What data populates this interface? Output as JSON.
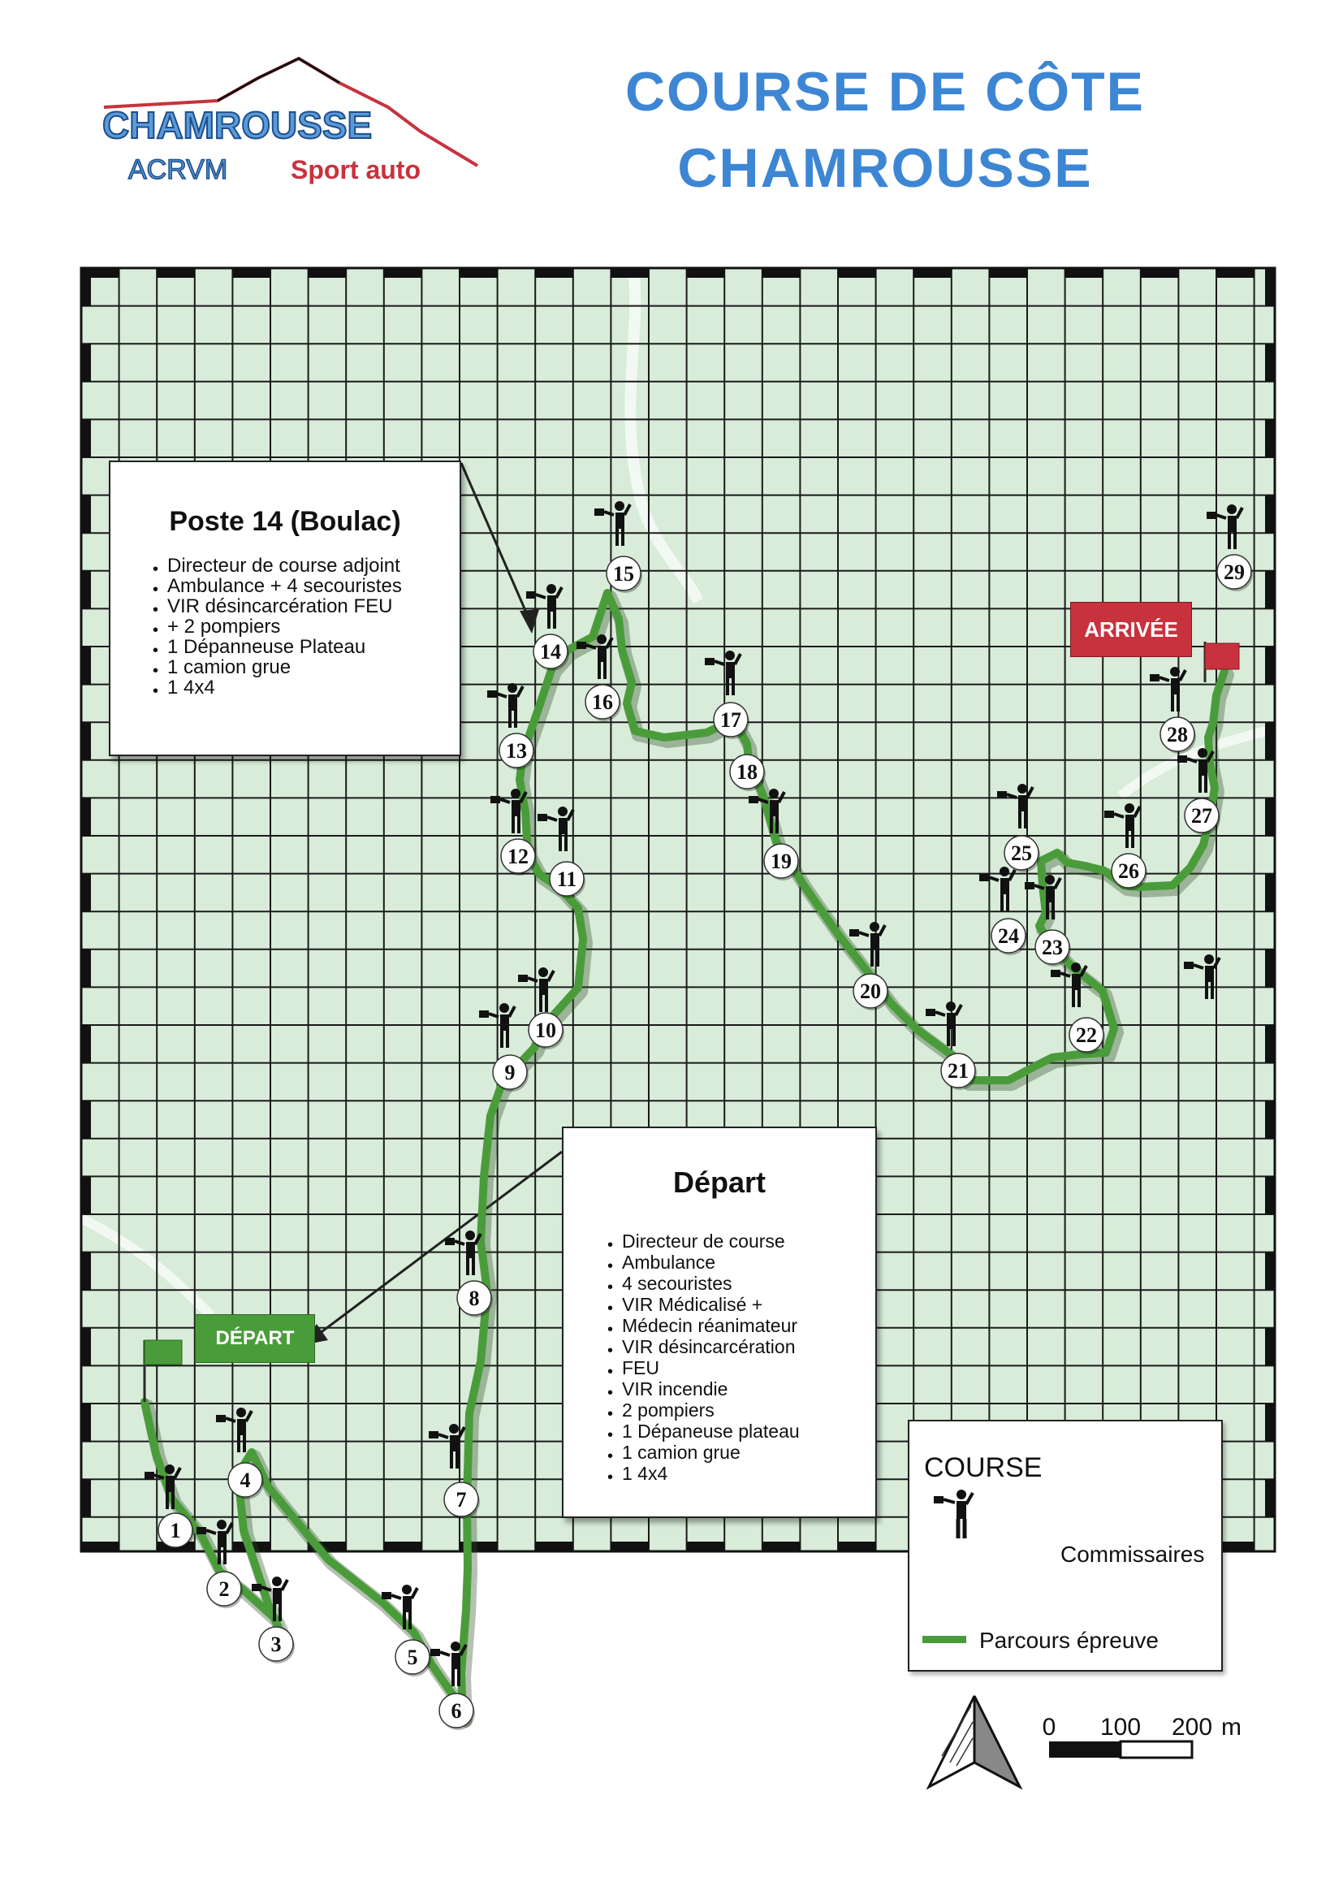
{
  "header": {
    "logo_main": "CHAMROUSSE",
    "logo_sub_left": "ACRVM",
    "logo_sub_right": "Sport auto",
    "title_line1": "COURSE DE CÔTE",
    "title_line2": "CHAMROUSSE"
  },
  "colors": {
    "title_blue": "#3d86d4",
    "map_bg": "#d8ecd9",
    "grid": "#1a1a1a",
    "route_green": "#4a9c3b",
    "arrivee_red": "#c8323d",
    "depart_green": "#4a9c3b"
  },
  "banners": {
    "arrivee": "ARRIVÉE",
    "depart": "DÉPART"
  },
  "poste_callout": {
    "title": "Poste 14 (Boulac)",
    "items": [
      "Directeur de course adjoint",
      "Ambulance + 4 secouristes",
      "VIR désincarcération FEU",
      "+ 2 pompiers",
      "1 Dépanneuse Plateau",
      "1 camion grue",
      "1 4x4"
    ]
  },
  "depart_callout": {
    "title": "Départ",
    "items": [
      "Directeur de course",
      "Ambulance",
      "4 secouristes",
      "VIR Médicalisé +",
      "Médecin réanimateur",
      "VIR désincarcération",
      "FEU",
      "VIR incendie",
      "2 pompiers",
      "1 Dépaneuse plateau",
      "1 camion grue",
      "1 4x4"
    ]
  },
  "legend": {
    "title": "COURSE",
    "marshal_label": "Commissaires",
    "route_label": "Parcours épreuve",
    "marshal_icon": "marshal-flag-icon"
  },
  "scale_bar": {
    "labels": [
      "0",
      "100",
      "200"
    ],
    "unit": "m"
  },
  "compass": {
    "icon": "north-arrow-icon"
  },
  "marshal_posts": [
    {
      "num": "1"
    },
    {
      "num": "2"
    },
    {
      "num": "3"
    },
    {
      "num": "4"
    },
    {
      "num": "5"
    },
    {
      "num": "6"
    },
    {
      "num": "7"
    },
    {
      "num": "8"
    },
    {
      "num": "9"
    },
    {
      "num": "10"
    },
    {
      "num": "11"
    },
    {
      "num": "12"
    },
    {
      "num": "13"
    },
    {
      "num": "14"
    },
    {
      "num": "15"
    },
    {
      "num": "16"
    },
    {
      "num": "17"
    },
    {
      "num": "18"
    },
    {
      "num": "19"
    },
    {
      "num": "20"
    },
    {
      "num": "21"
    },
    {
      "num": "22"
    },
    {
      "num": "23"
    },
    {
      "num": "24"
    },
    {
      "num": "25"
    },
    {
      "num": "26"
    },
    {
      "num": "27"
    },
    {
      "num": "28"
    },
    {
      "num": "29"
    }
  ]
}
